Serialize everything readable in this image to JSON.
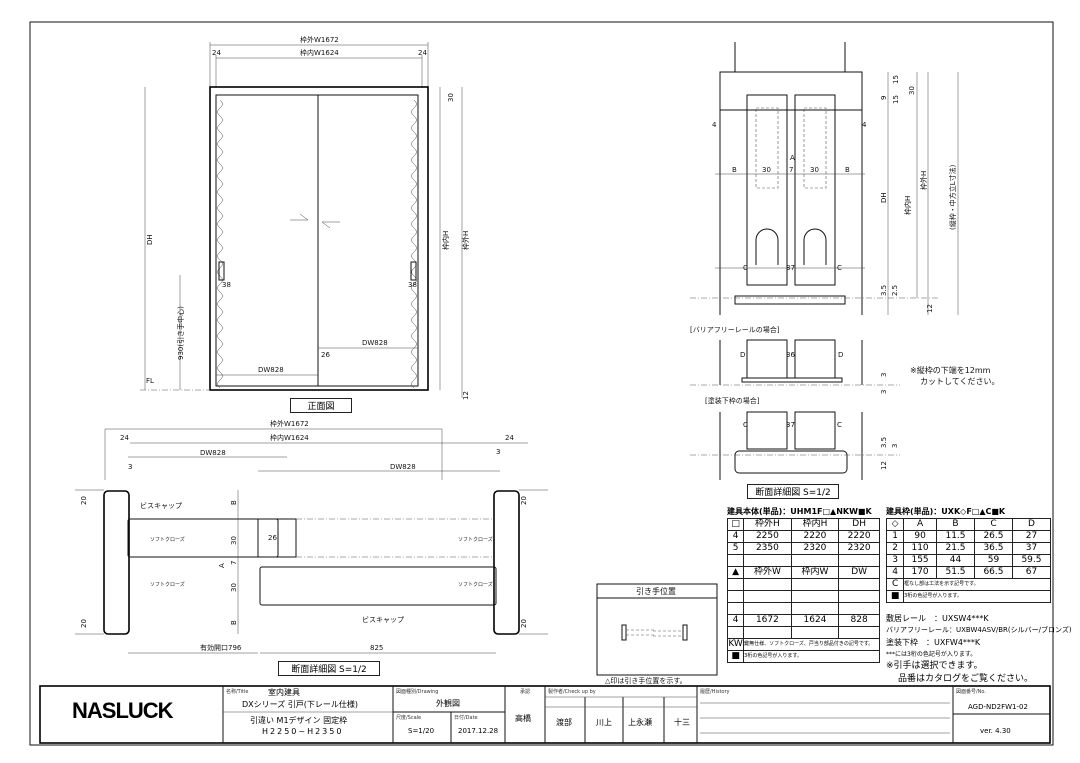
{
  "front_view": {
    "outer_w": "枠外W1672",
    "inner_w": "枠内W1624",
    "side_24": "24",
    "top_30": "30",
    "dh": "DH",
    "inner_h": "枠内H",
    "outer_h": "枠外H",
    "handle_center": "930(引き手中心)",
    "handle_38": "38",
    "dw_left": "DW828",
    "dw_right": "DW828",
    "gap_26": "26",
    "bottom_12": "12",
    "fl": "FL",
    "caption": "正面図"
  },
  "plan_section": {
    "outer_w": "枠外W1672",
    "inner_w": "枠内W1624",
    "side_24": "24",
    "dw_left": "DW828",
    "dw_right": "DW828",
    "three": "3",
    "d20": "20",
    "b": "B",
    "d30": "30",
    "d7": "7",
    "a": "A",
    "d26": "26",
    "screw_cap": "ビスキャップ",
    "soft_close": "ソフトクローズ",
    "effective_opening": "有効開口796",
    "d825": "825",
    "caption": "断面詳細図 S=1/2"
  },
  "handle_position": {
    "title": "引き手位置",
    "note": "△印は引き手位置を示す。"
  },
  "vertical_section": {
    "d15": "15",
    "d9": "9",
    "d30": "30",
    "d4": "4",
    "a": "A",
    "b": "B",
    "d7": "7",
    "c": "C",
    "d37": "37",
    "d": "D",
    "d36": "36",
    "dh": "DH",
    "inner_h": "枠内H",
    "outer_h": "枠外H",
    "mullion": "(縦枠・中方立L寸法)",
    "d3_5": "3.5",
    "d2_5": "2.5",
    "d12": "12",
    "d3": "3",
    "barrier_free": "[バリアフリーレールの場合]",
    "painted": "[塗装下枠の場合]",
    "cut_note_1": "※縦枠の下端を12mm",
    "cut_note_2": "カットしてください。",
    "caption": "断面詳細図 S=1/2"
  },
  "door_table": {
    "title": "建具本体(単品)：UHM1F□▲NKW■K",
    "header_h": [
      "□",
      "枠外H",
      "枠内H",
      "DH"
    ],
    "rows_h": [
      [
        "4",
        "2250",
        "2220",
        "2220"
      ],
      [
        "5",
        "2350",
        "2320",
        "2320"
      ],
      [
        "",
        "",
        "",
        ""
      ]
    ],
    "header_w": [
      "▲",
      "枠外W",
      "枠内W",
      "DW"
    ],
    "rows_w": [
      [
        "",
        "",
        "",
        ""
      ],
      [
        "",
        "",
        "",
        ""
      ],
      [
        "",
        "",
        "",
        ""
      ],
      [
        "4",
        "1672",
        "1624",
        "828"
      ],
      [
        "",
        "",
        "",
        ""
      ]
    ],
    "notes": [
      {
        "key": "KW",
        "text": "鍵無仕様、ソフトクローズ、戸当り部品付きの記号です。"
      },
      {
        "key": "■",
        "text": "3桁の色記号が入ります。"
      }
    ]
  },
  "frame_table": {
    "title": "建具枠(単品)：UXK◇F□▲C■K",
    "header": [
      "◇",
      "A",
      "B",
      "C",
      "D"
    ],
    "rows": [
      [
        "1",
        "90",
        "11.5",
        "26.5",
        "27"
      ],
      [
        "2",
        "110",
        "21.5",
        "36.5",
        "37"
      ],
      [
        "3",
        "155",
        "44",
        "59",
        "59.5"
      ],
      [
        "4",
        "170",
        "51.5",
        "66.5",
        "67"
      ]
    ],
    "notes": [
      {
        "key": "C",
        "text": "框なし部は工法を示す記号です。"
      },
      {
        "key": "■",
        "text": "3桁の色記号が入ります。"
      }
    ],
    "rail": "敷居レール　：UXSW4***K",
    "barrier_rail": "バリアフリーレール：UXBW4ASV/BR(シルバー/ブロンズ)",
    "painted_sill": "塗装下枠　：UXFW4***K",
    "color_note": "***には3桁の色記号が入ります。",
    "handle_note": "※引手は選択できます。",
    "catalog_note": "品番はカタログをご覧ください。"
  },
  "title_block": {
    "logo": "NASLUCK",
    "title_label": "名称/Title",
    "title_1": "室内建具",
    "title_2": "DXシリーズ 引戸(下レール仕様)",
    "title_3": "引違い M1デザイン 固定枠",
    "title_4": "H2250~H2350",
    "drawing_label": "図面種別/Drawing",
    "drawing": "外観図",
    "scale_label": "尺度/Scale",
    "scale": "S=1/20",
    "date_label": "日付/Date",
    "date": "2017.12.28",
    "approved_label": "承認",
    "approved": "高橋",
    "check_label": "製作者/Check up by",
    "checkers": [
      "渡部",
      "川上",
      "上永瀬",
      "十三"
    ],
    "history_label": "履歴/History",
    "no_label": "図面番号/No.",
    "number": "AGD-ND2FW1-02",
    "version": "ver. 4.30"
  }
}
